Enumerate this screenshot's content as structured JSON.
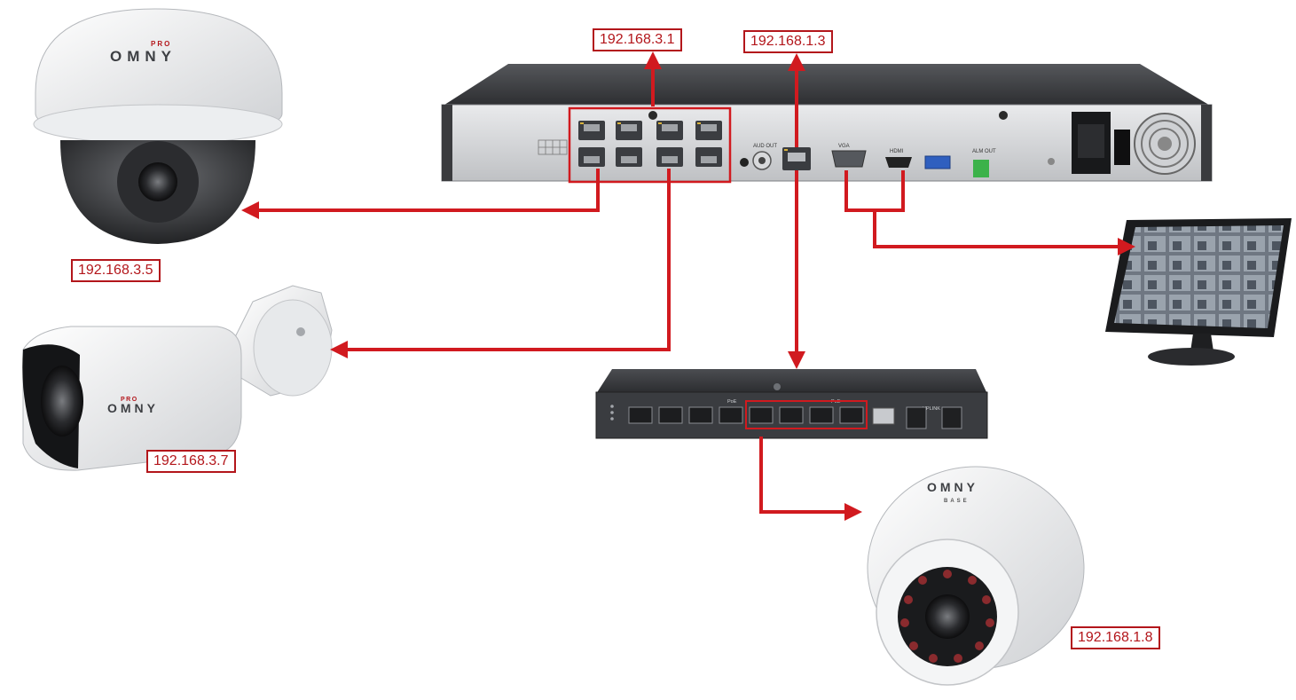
{
  "labels": {
    "nvr_poe_ip": "192.168.3.1",
    "nvr_lan_ip": "192.168.1.3",
    "dome_pro_ip": "192.168.3.5",
    "bullet_ip": "192.168.3.7",
    "eyeball_ip": "192.168.1.8"
  },
  "brands": {
    "omny": "OMNY",
    "pro": "PRO",
    "base": "BASE"
  },
  "nvr_panel": {
    "audio_out": "AUD OUT",
    "hdmi": "HDMI",
    "alarm_out": "ALM OUT",
    "vga": "VGA"
  },
  "switch_panel": {
    "poe_a": "PoE",
    "poe_b": "PoE",
    "uplink": "UPLINK"
  },
  "colors": {
    "connection": "#d11a1f",
    "label_border": "#b3161b"
  }
}
